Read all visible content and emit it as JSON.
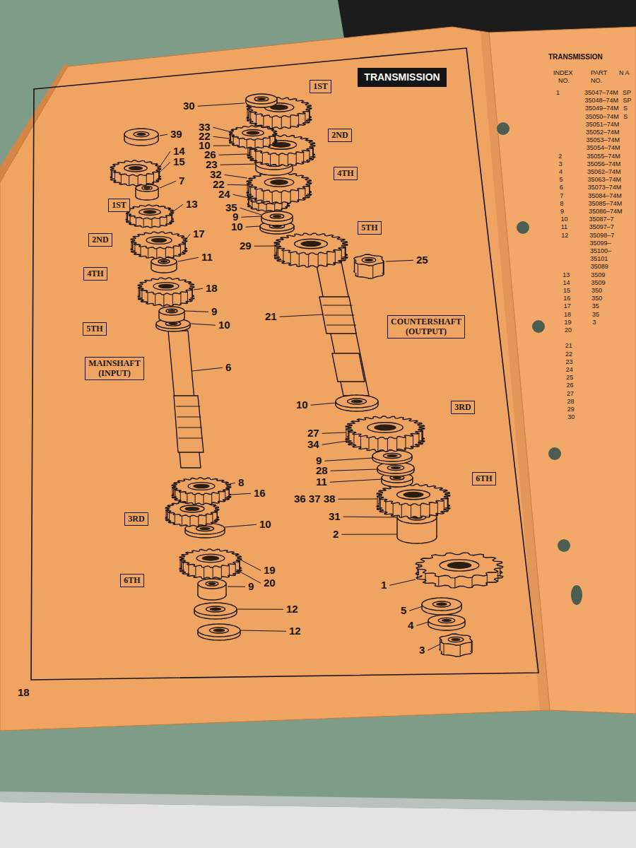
{
  "diagram": {
    "nodes": [
      {
        "text": [
          "TRANSMISSION"
        ]
      },
      {
        "text": [
          "1ST"
        ]
      },
      {
        "text": [
          "2ND"
        ]
      },
      {
        "text": [
          "4TH"
        ]
      },
      {
        "text": [
          "1ST"
        ]
      },
      {
        "text": [
          "2ND"
        ]
      },
      {
        "text": [
          "4TH"
        ]
      },
      {
        "text": [
          "5TH"
        ]
      },
      {
        "text": [
          "COUNTERSHAFT (OUTPUT)"
        ]
      },
      {
        "text": [
          "5TH"
        ]
      },
      {
        "text": [
          "MAINSHAFT (INPUT)"
        ]
      },
      {
        "text": [
          "3RD"
        ]
      },
      {
        "text": [
          "6TH"
        ]
      },
      {
        "text": [
          "3RD"
        ]
      },
      {
        "text": [
          "6TH"
        ]
      }
    ],
    "labels": [
      "39",
      "14",
      "15",
      "7",
      "13",
      "17",
      "11",
      "18",
      "9",
      "10",
      "6",
      "8",
      "16",
      "10",
      "19",
      "20",
      "9",
      "12",
      "12",
      "30",
      "33",
      "22",
      "10",
      "26",
      "23",
      "32",
      "22",
      "24",
      "35",
      "9",
      "10",
      "29",
      "25",
      "21",
      "10",
      "27",
      "34",
      "9",
      "28",
      "11",
      "36 37 38",
      "31",
      "2",
      "1",
      "5",
      "4",
      "3",
      "18",
      "TRANSMISSION",
      "INDEX",
      "NO.",
      "PART",
      "NO.",
      "N A",
      "1",
      "35047–74M",
      "SP",
      "35048–74M",
      "SP",
      "35049–74M",
      "S",
      "35050–74M",
      "S",
      "35051–74M",
      "35052–74M",
      "35053–74M",
      "35054–74M",
      "2",
      "35055–74M",
      "3",
      "35056–74M",
      "4",
      "35062–74M",
      "5",
      "35063–74M",
      "6",
      "35073–74M",
      "7",
      "35084–74M",
      "8",
      "35085–74M",
      "9",
      "35086–74M",
      "10",
      "35087–7",
      "11",
      "35097–7",
      "12",
      "35098–7",
      "35099–",
      "35100–",
      "35101",
      "35089",
      "13",
      "3509",
      "14",
      "3509",
      "15",
      "350",
      "16",
      "350",
      "17",
      "35",
      "18",
      "35",
      "19",
      "3",
      "20",
      "21",
      "22",
      "23",
      "24",
      "25",
      "26",
      "27",
      "28",
      "29",
      "30"
    ]
  }
}
